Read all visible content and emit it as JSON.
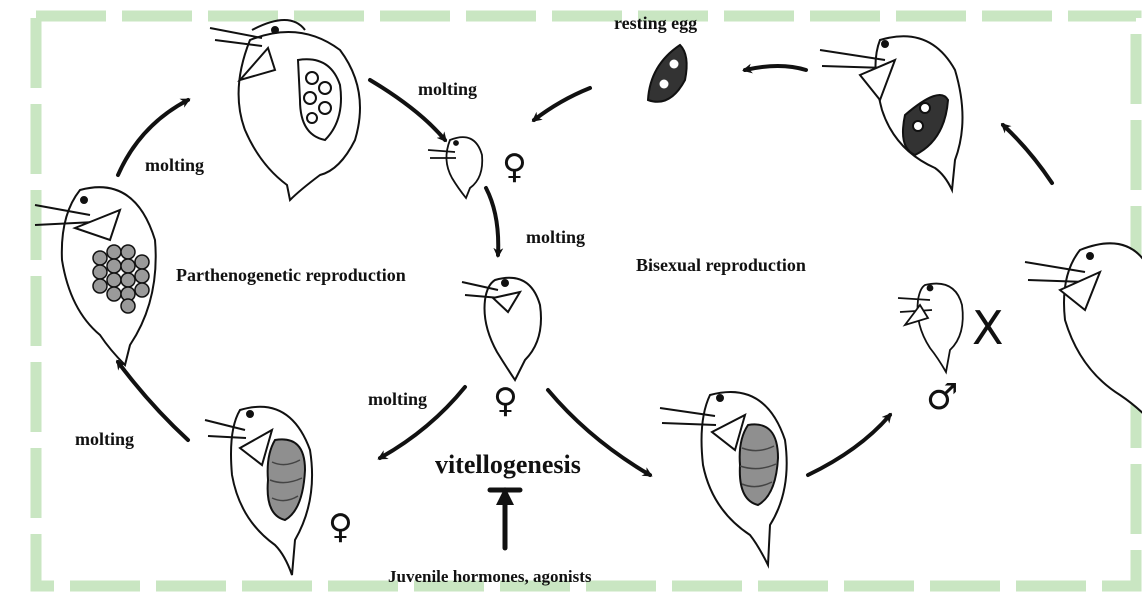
{
  "labels": {
    "resting_egg": "resting egg",
    "molting_top": "molting",
    "molting_left_upper": "molting",
    "molting_center": "molting",
    "molting_lower_center": "molting",
    "molting_left_lower": "molting",
    "parthenogenetic": "Parthenogenetic reproduction",
    "bisexual": "Bisexual reproduction",
    "vitellogenesis": "vitellogenesis",
    "juvenile_hormones": "Juvenile hormones, agonists"
  },
  "symbols": {
    "female_top": "♀",
    "female_center": "♀",
    "female_bottom_left": "♀",
    "male": "♂",
    "cross": "X"
  },
  "colors": {
    "frame_dash": "#c9e6c2",
    "ink": "#111111",
    "egg_grey": "#9a9a9a",
    "embryo_grey": "#8f8f8f",
    "resting_egg_dark": "#333333"
  }
}
